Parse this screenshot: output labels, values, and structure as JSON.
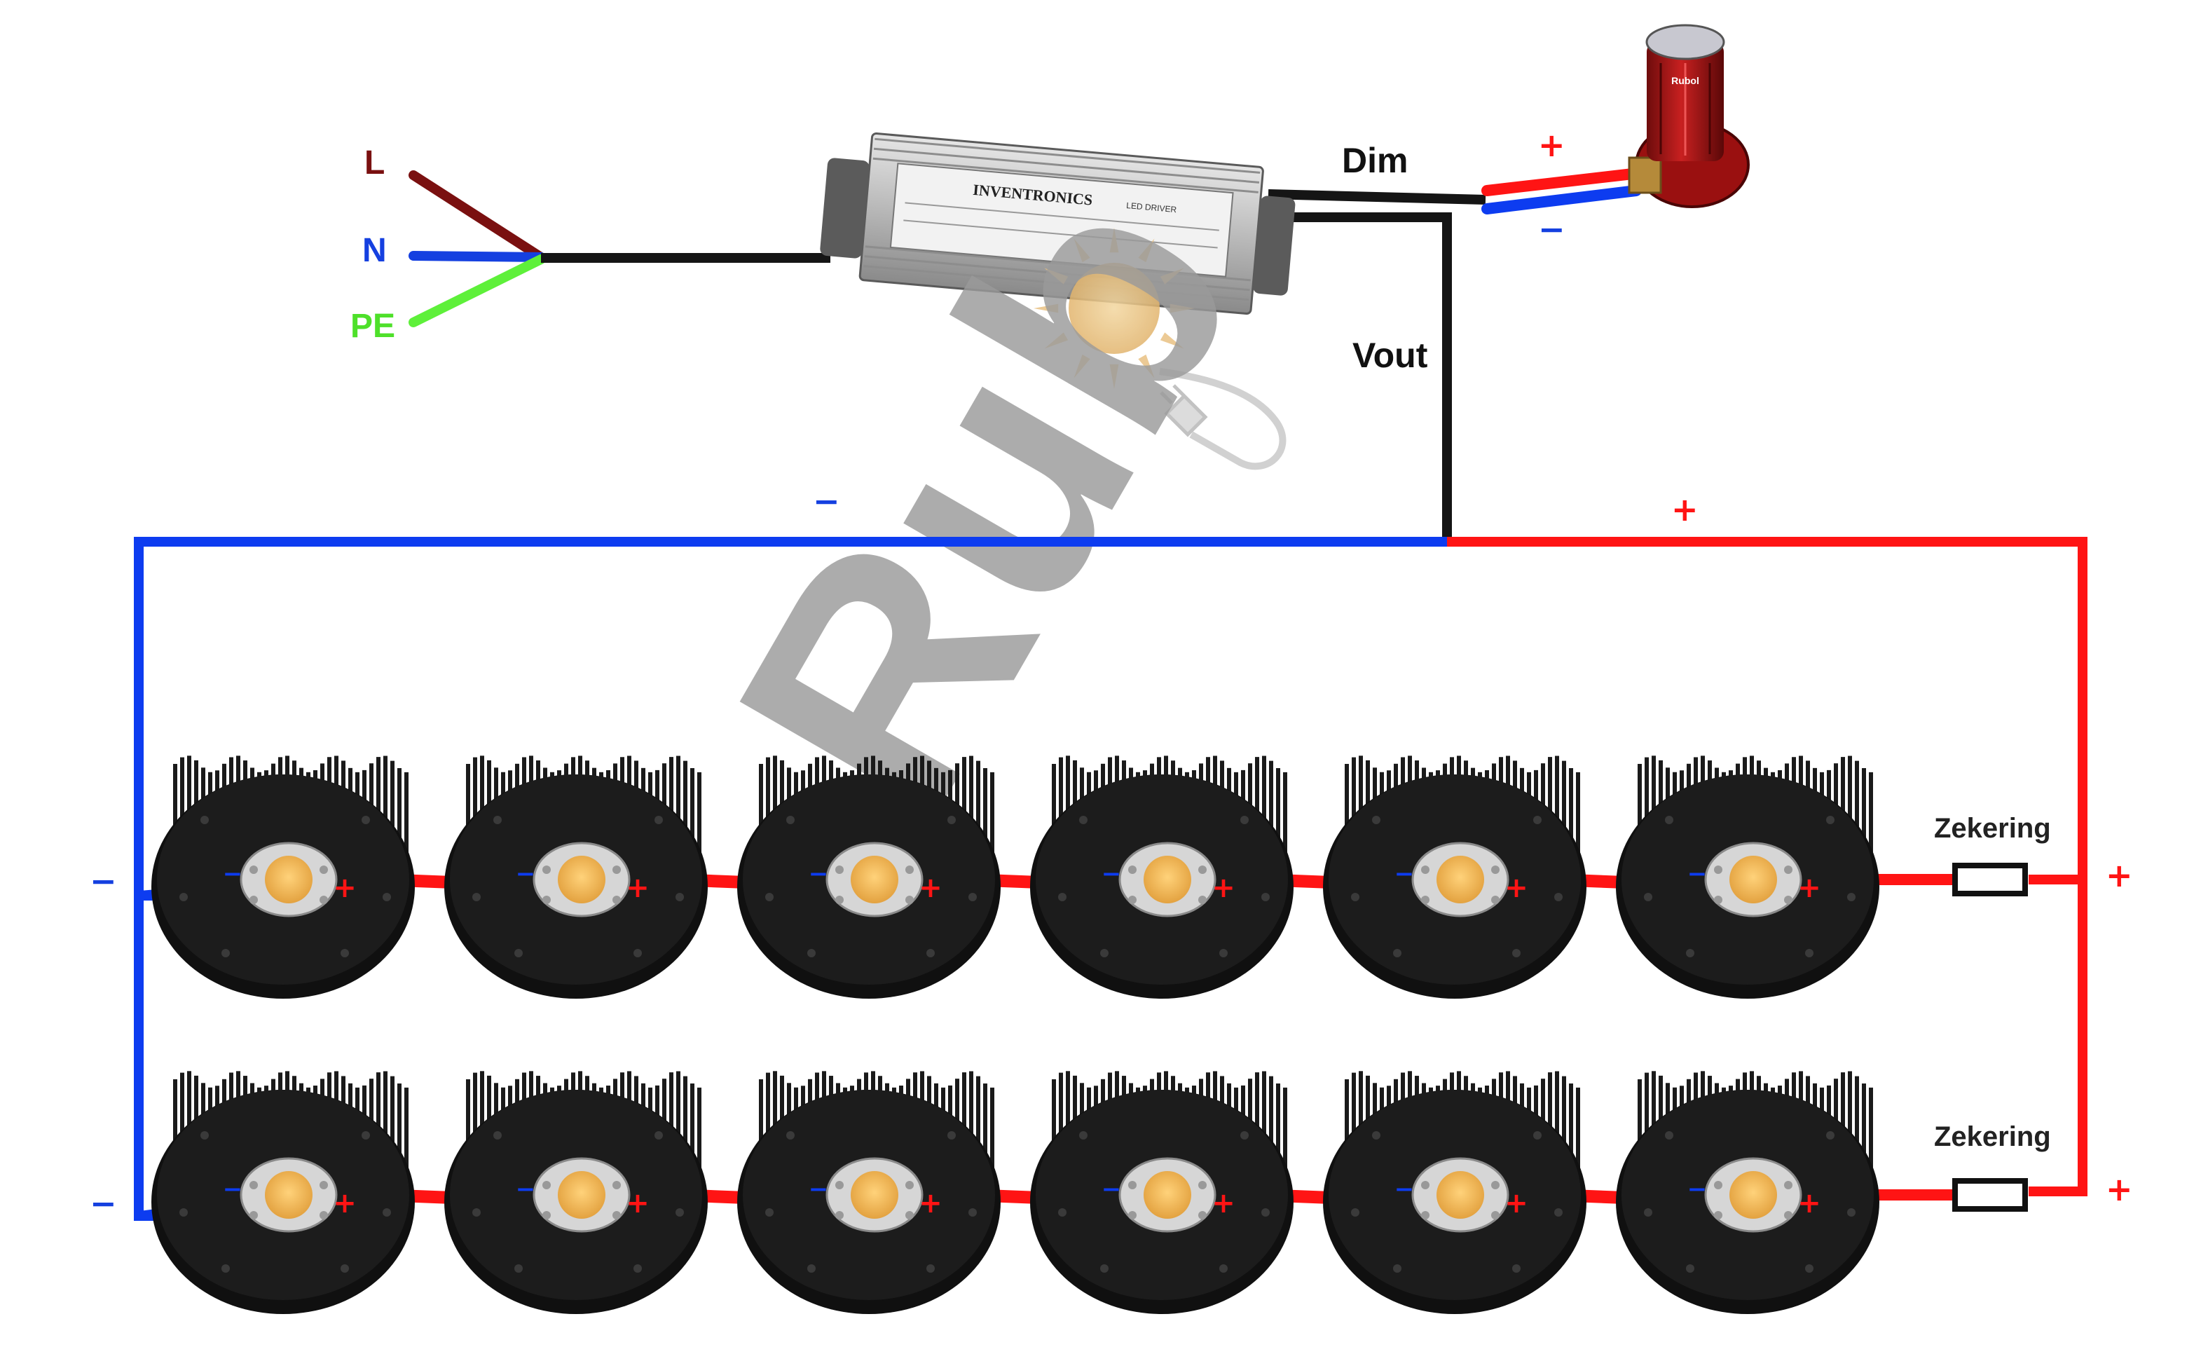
{
  "mains": {
    "l_label": "L",
    "n_label": "N",
    "pe_label": "PE"
  },
  "driver": {
    "brand": "INVENTRONICS",
    "type_label": "LED DRIVER",
    "dim_label": "Dim",
    "vout_label": "Vout"
  },
  "dimmer": {
    "plus": "+",
    "minus": "−",
    "cap_text": "Rubol"
  },
  "bus": {
    "minus": "−",
    "plus": "+"
  },
  "rows": [
    {
      "left_minus": "−",
      "right_plus": "+",
      "fuse_label": "Zekering"
    },
    {
      "left_minus": "−",
      "right_plus": "+",
      "fuse_label": "Zekering"
    }
  ],
  "led": {
    "minus": "−",
    "plus": "+"
  },
  "leds_per_row": 6,
  "watermark": "Rub",
  "colors": {
    "live": "#7a1010",
    "neutral": "#1540e0",
    "earth": "#5ef03a",
    "positive": "#ff1414",
    "negative": "#0d3cf0",
    "cable": "#151515"
  }
}
